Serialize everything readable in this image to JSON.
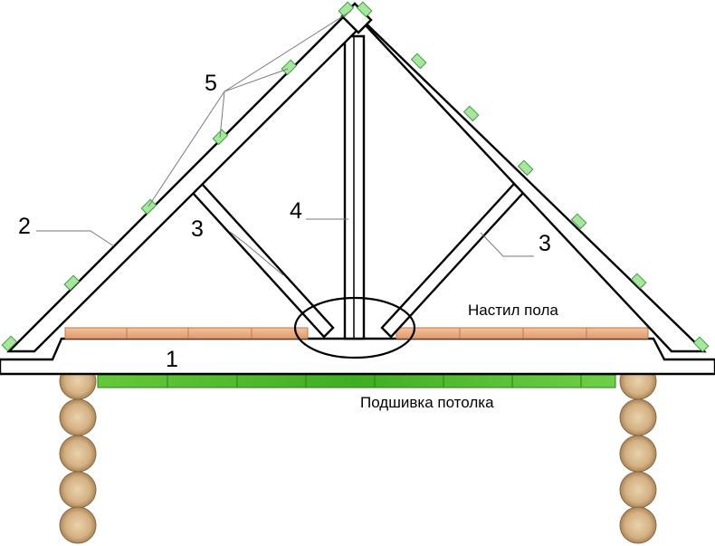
{
  "labels": {
    "tie_beam": "1",
    "rafter": "2",
    "strut_left": "3",
    "strut_right": "3",
    "king_post": "4",
    "plates": "5",
    "floor_decking": "Настил пола",
    "ceiling_lining": "Подшивка потолка"
  },
  "colors": {
    "outline": "#000000",
    "leader": "#7a7a7a",
    "plate_fill": "#a8e6a0",
    "floor_board": "#e8a47a",
    "ceiling_board": "#4fc02a",
    "log_wood": "#d9b98a"
  }
}
